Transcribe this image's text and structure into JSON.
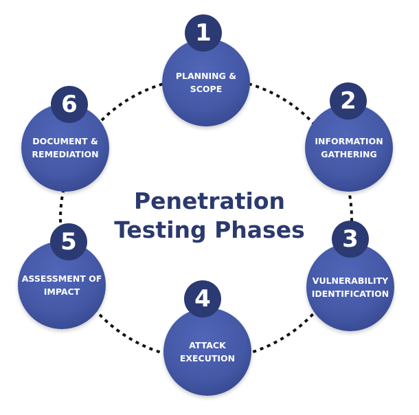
{
  "title_line1": "Penetration",
  "title_line2": "Testing Phases",
  "phases": [
    {
      "number": "1",
      "label": "PLANNING & SCOPE"
    },
    {
      "number": "2",
      "label": "INFORMATION GATHERING"
    },
    {
      "number": "3",
      "label": "VULNERABILITY IDENTIFICATION"
    },
    {
      "number": "4",
      "label": "ATTACK EXECUTION"
    },
    {
      "number": "5",
      "label": "ASSESSMENT OF IMPACT"
    },
    {
      "number": "6",
      "label": "DOCUMENT & REMEDIATION"
    }
  ],
  "colors": {
    "circle": "#4458a6",
    "badge": "#2b3a72",
    "title": "#2b3a6e"
  }
}
